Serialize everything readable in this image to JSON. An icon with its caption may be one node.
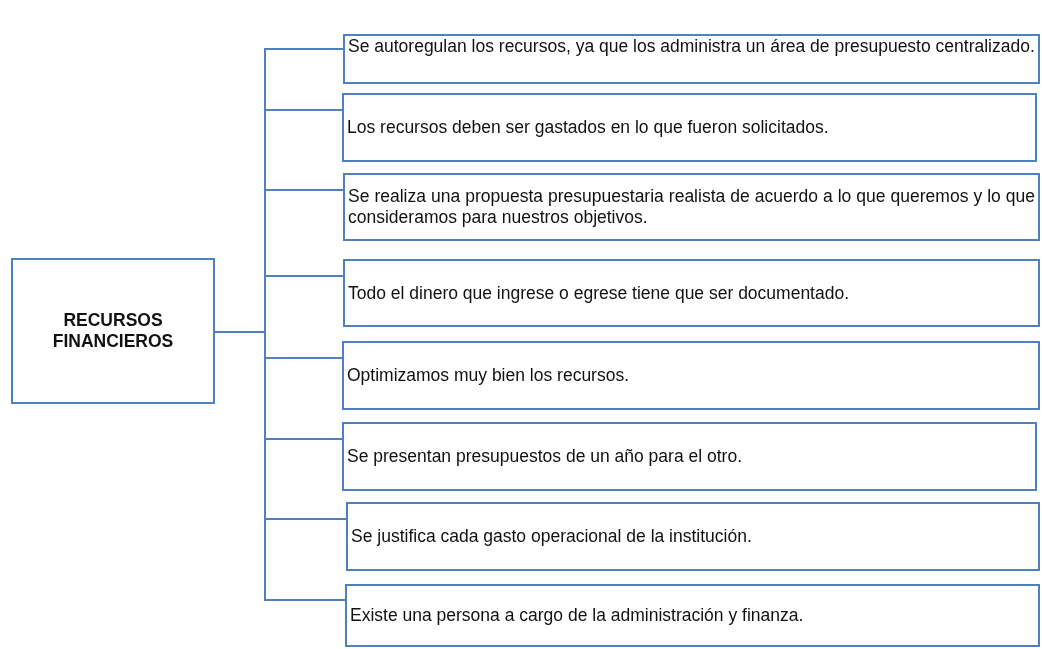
{
  "diagram": {
    "nodes": [
      {
        "text": [
          "RECURSOS FINANCIEROS"
        ]
      },
      {
        "text": [
          "Se autoregulan los recursos, ya que los administra un área de presupuesto centralizado."
        ]
      },
      {
        "text": [
          "Los recursos deben ser gastados en lo que fueron solicitados."
        ]
      },
      {
        "text": [
          "Se realiza una propuesta presupuestaria realista de acuerdo a lo que queremos y lo que consideramos para nuestros objetivos."
        ]
      },
      {
        "text": [
          "Todo el dinero que ingrese o egrese tiene que ser documentado."
        ]
      },
      {
        "text": [
          "Optimizamos muy bien los recursos."
        ]
      },
      {
        "text": [
          "Se presentan presupuestos de un año para el otro."
        ]
      },
      {
        "text": [
          "Se justifica cada gasto operacional de la institución."
        ]
      },
      {
        "text": [
          "Existe una persona a cargo de la administración y finanza."
        ]
      }
    ],
    "edges": [
      {
        "from": 0,
        "to": 1,
        "arrow": "none"
      },
      {
        "from": 0,
        "to": 2,
        "arrow": "none"
      },
      {
        "from": 0,
        "to": 3,
        "arrow": "none"
      },
      {
        "from": 0,
        "to": 4,
        "arrow": "none"
      },
      {
        "from": 0,
        "to": 5,
        "arrow": "none"
      },
      {
        "from": 0,
        "to": 6,
        "arrow": "none"
      },
      {
        "from": 0,
        "to": 7,
        "arrow": "none"
      },
      {
        "from": 0,
        "to": 8,
        "arrow": "none"
      }
    ]
  }
}
